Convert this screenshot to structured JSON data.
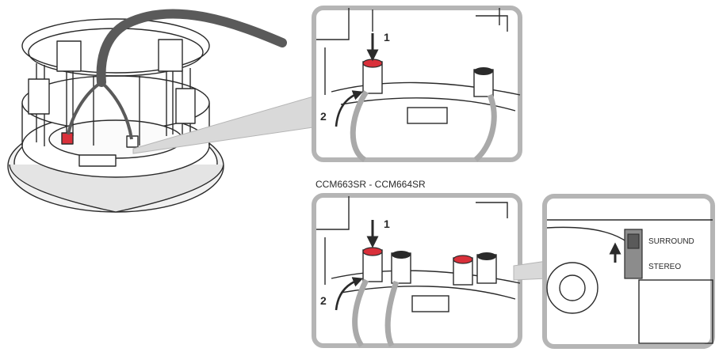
{
  "figure": {
    "model_caption": "CCM663SR - CCM664SR",
    "top_detail": {
      "step_push": "1",
      "step_insert": "2"
    },
    "bottom_detail": {
      "step_push": "1",
      "step_insert": "2"
    },
    "switch_detail": {
      "option_surround": "SURROUND",
      "option_stereo": "STEREO"
    }
  },
  "colors": {
    "terminal_red": "#d9303a",
    "outline": "#2a2a2a",
    "panel_border": "#b5b5b5",
    "cable_grey": "#a9a9a9",
    "cable_dark": "#5a5a5a",
    "switch_grey": "#8c8c8c"
  },
  "icons": [
    "push-down-arrow-icon",
    "insert-curved-arrow-icon",
    "switch-up-arrow-icon"
  ]
}
